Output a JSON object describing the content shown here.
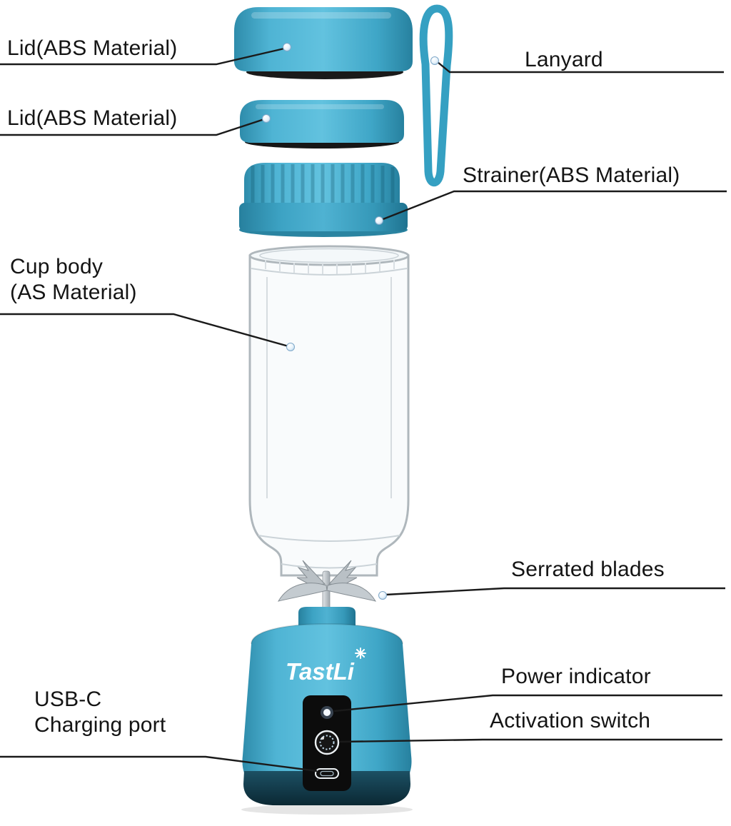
{
  "diagram": {
    "brand": "TastLi",
    "labels": {
      "lid_top": "Lid(ABS Material)",
      "lanyard": "Lanyard",
      "lid_second": "Lid(ABS Material)",
      "strainer": "Strainer(ABS Material)",
      "cup_body_line1": "Cup body",
      "cup_body_line2": "(AS Material)",
      "serrated_blades": "Serrated blades",
      "power_indicator": "Power indicator",
      "activation_switch": "Activation switch",
      "usb_line1": "USB-C",
      "usb_line2": "Charging port"
    },
    "colors": {
      "teal": "#3BA8CA",
      "teal_dark": "#2C8FB2",
      "teal_deep": "#103B4A",
      "panel": "#0D0D0D",
      "text": "#141414",
      "marker": "#BFDCF1"
    }
  }
}
